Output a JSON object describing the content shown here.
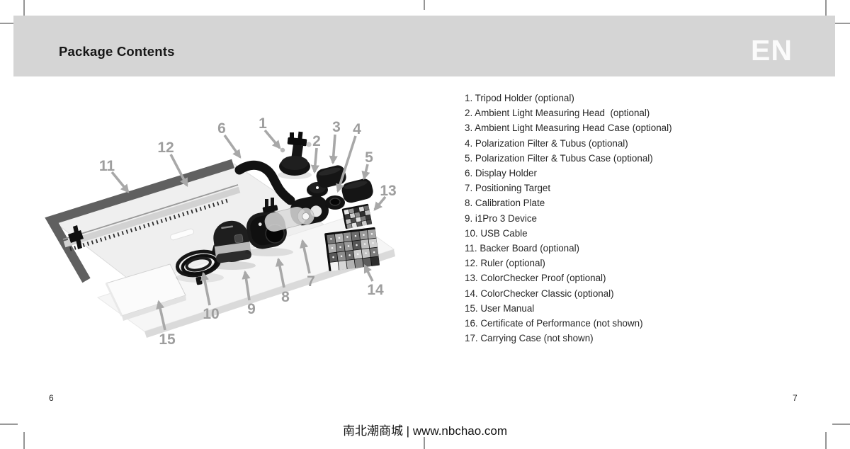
{
  "header": {
    "title": "Package Contents",
    "language_badge": "EN"
  },
  "parts_list": {
    "items": [
      "1. Tripod Holder (optional)",
      "2. Ambient Light Measuring Head  (optional)",
      "3. Ambient Light Measuring Head Case (optional)",
      "4. Polarization Filter & Tubus (optional)",
      "5. Polarization Filter & Tubus Case (optional)",
      "6. Display Holder",
      "7. Positioning Target",
      "8. Calibration Plate",
      "9. i1Pro 3 Device",
      "10. USB Cable",
      "11. Backer Board (optional)",
      "12. Ruler (optional)",
      "13. ColorChecker Proof (optional)",
      "14. ColorChecker Classic (optional)",
      "15. User Manual",
      "16. Certificate of Performance (not shown)",
      "17. Carrying Case (not shown)"
    ]
  },
  "illustration": {
    "labels": [
      "1",
      "2",
      "3",
      "4",
      "5",
      "6",
      "7",
      "8",
      "9",
      "10",
      "11",
      "12",
      "13",
      "14",
      "15"
    ]
  },
  "footer": {
    "left_page_number": "6",
    "right_page_number": "7",
    "watermark": "南北潮商城 | www.nbchao.com"
  },
  "colors": {
    "header_band": "#d5d5d5",
    "language_badge_text": "#fbfbfb",
    "callout_gray": "#9e9e9e",
    "body_text": "#272727"
  }
}
